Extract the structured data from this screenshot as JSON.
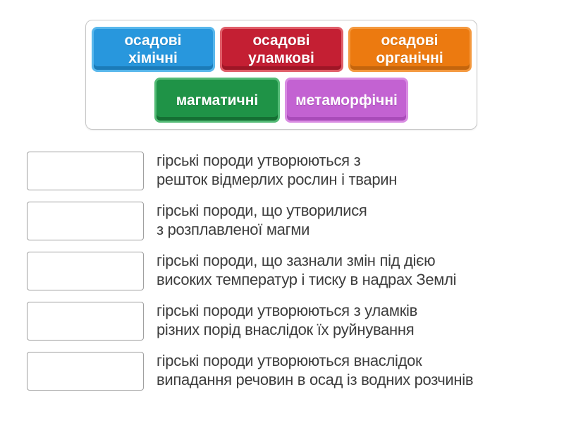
{
  "bank": {
    "chips": [
      {
        "label": "осадові\nхімічні",
        "color_main": "#2897dd",
        "color_light": "#58b7ec",
        "color_dark": "#1b7bb8"
      },
      {
        "label": "осадові\nуламкові",
        "color_main": "#c41f33",
        "color_light": "#e05e69",
        "color_dark": "#9e1626"
      },
      {
        "label": "осадові\nорганічні",
        "color_main": "#ec7a10",
        "color_light": "#f4993f",
        "color_dark": "#c4650d"
      },
      {
        "label": "магматичні",
        "color_main": "#1f9347",
        "color_light": "#54bb76",
        "color_dark": "#156f33"
      },
      {
        "label": "метаморфічні",
        "color_main": "#c362d2",
        "color_light": "#d98ce2",
        "color_dark": "#a94bb9"
      }
    ]
  },
  "questions": [
    {
      "clue": "гірські породи утворюються з\nрешток відмерлих рослин і тварин"
    },
    {
      "clue": "гірські породи, що утворилися\nз розплавленої магми"
    },
    {
      "clue": "гірські породи, що зазнали змін під дією\nвисоких температур і тиску в надрах Землі"
    },
    {
      "clue": "гірські породи утворюються з уламків\nрізних порід внаслідок їх руйнування"
    },
    {
      "clue": "гірські породи утворюються внаслідок\nвипадання речовин в осад із водних розчинів"
    }
  ],
  "text_color": "#3d3d3d"
}
